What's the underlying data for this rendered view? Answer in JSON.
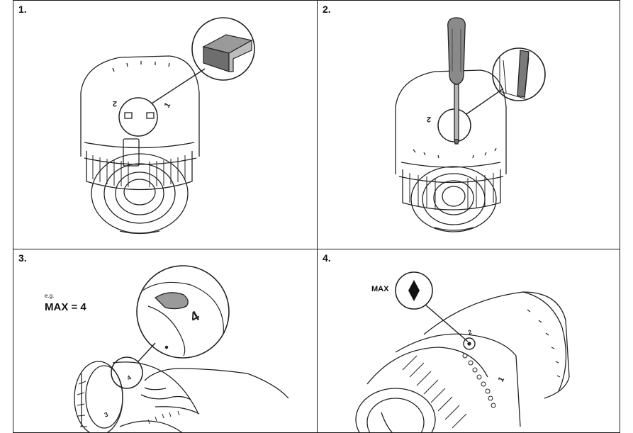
{
  "steps": [
    {
      "number": "1."
    },
    {
      "number": "2."
    },
    {
      "number": "3.",
      "example_prefix": "e.g.",
      "example_value": "MAX = 4"
    },
    {
      "number": "4.",
      "max_label": "MAX"
    }
  ],
  "dial_marks": {
    "two": "2",
    "one": "1",
    "three": "3",
    "four": "4"
  }
}
